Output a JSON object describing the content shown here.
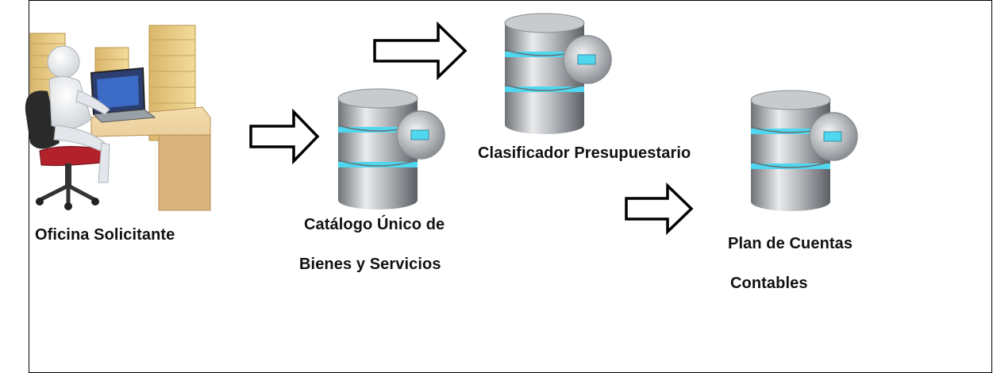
{
  "diagram": {
    "nodes": [
      {
        "id": "oficina",
        "label_lines": [
          "Oficina Solicitante"
        ]
      },
      {
        "id": "catalogo",
        "label_lines": [
          "Catálogo Único de",
          "Bienes y Servicios"
        ]
      },
      {
        "id": "clasificador",
        "label_lines": [
          "Clasificador Presupuestario"
        ]
      },
      {
        "id": "plan",
        "label_lines": [
          "Plan de Cuentas",
          "Contables"
        ]
      }
    ],
    "edges": [
      {
        "from": "oficina",
        "to": "catalogo"
      },
      {
        "from": "catalogo",
        "to": "clasificador"
      },
      {
        "from": "clasificador",
        "to": "plan"
      }
    ]
  },
  "colors": {
    "frame": "#000000",
    "arrow_fill": "#ffffff",
    "arrow_stroke": "#000000",
    "db_band": "#4fd7ef",
    "db_metal": "#a9acb0",
    "label_text": "#111111"
  },
  "icons": {
    "office": "office-worker-icon",
    "database": "database-icon",
    "arrow": "right-arrow-icon"
  }
}
